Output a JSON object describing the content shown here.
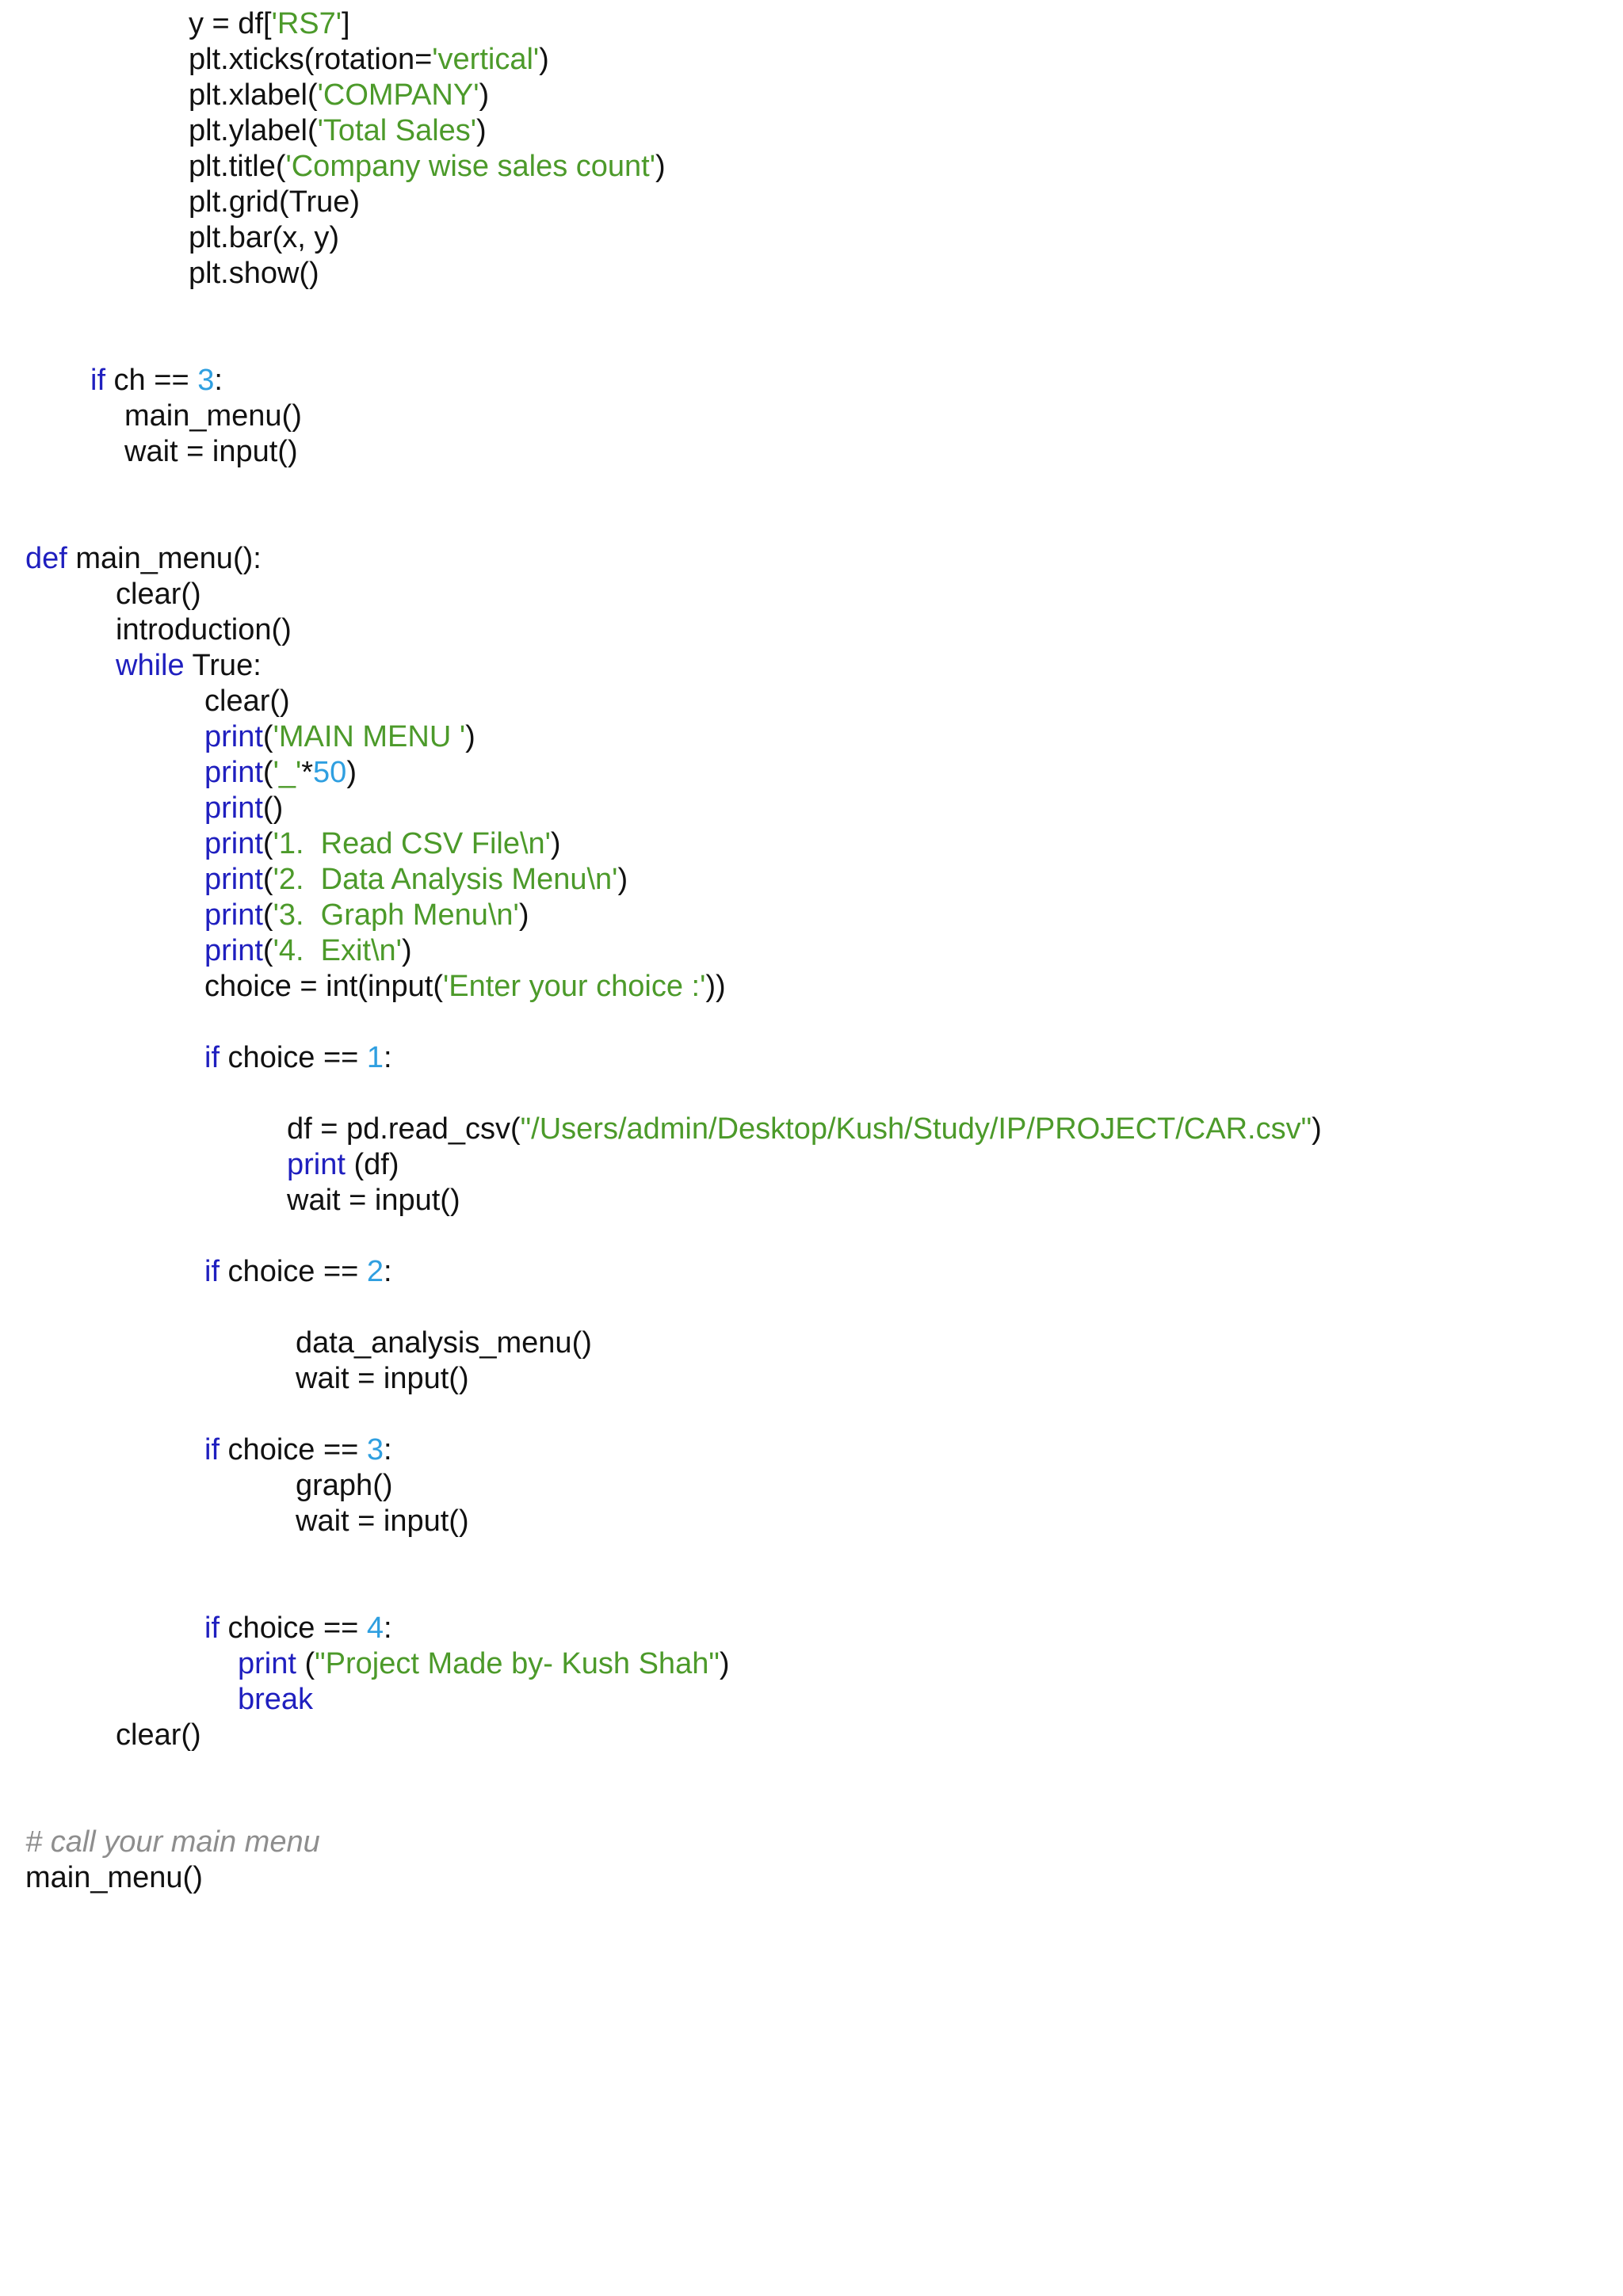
{
  "lines": [
    {
      "indent": 238,
      "tokens": [
        {
          "t": "plain",
          "v": "y = df["
        },
        {
          "t": "str",
          "v": "'RS7'"
        },
        {
          "t": "plain",
          "v": "]"
        }
      ]
    },
    {
      "indent": 238,
      "tokens": [
        {
          "t": "plain",
          "v": "plt.xticks(rotation="
        },
        {
          "t": "str",
          "v": "'vertical'"
        },
        {
          "t": "plain",
          "v": ")"
        }
      ]
    },
    {
      "indent": 238,
      "tokens": [
        {
          "t": "plain",
          "v": "plt.xlabel("
        },
        {
          "t": "str",
          "v": "'COMPANY'"
        },
        {
          "t": "plain",
          "v": ")"
        }
      ]
    },
    {
      "indent": 238,
      "tokens": [
        {
          "t": "plain",
          "v": "plt.ylabel("
        },
        {
          "t": "str",
          "v": "'Total Sales'"
        },
        {
          "t": "plain",
          "v": ")"
        }
      ]
    },
    {
      "indent": 238,
      "tokens": [
        {
          "t": "plain",
          "v": "plt.title("
        },
        {
          "t": "str",
          "v": "'Company wise sales count'"
        },
        {
          "t": "plain",
          "v": ")"
        }
      ]
    },
    {
      "indent": 238,
      "tokens": [
        {
          "t": "plain",
          "v": "plt.grid(True)"
        }
      ]
    },
    {
      "indent": 238,
      "tokens": [
        {
          "t": "plain",
          "v": "plt.bar(x, y)"
        }
      ]
    },
    {
      "indent": 238,
      "tokens": [
        {
          "t": "plain",
          "v": "plt.show()"
        }
      ]
    },
    {
      "blank": true
    },
    {
      "blank": true
    },
    {
      "indent": 114,
      "tokens": [
        {
          "t": "kw",
          "v": "if"
        },
        {
          "t": "plain",
          "v": " ch == "
        },
        {
          "t": "num",
          "v": "3"
        },
        {
          "t": "plain",
          "v": ":"
        }
      ]
    },
    {
      "indent": 157,
      "tokens": [
        {
          "t": "plain",
          "v": "main_menu()"
        }
      ]
    },
    {
      "indent": 157,
      "tokens": [
        {
          "t": "plain",
          "v": "wait = input()"
        }
      ]
    },
    {
      "blank": true
    },
    {
      "blank": true
    },
    {
      "indent": 32,
      "tokens": [
        {
          "t": "kw",
          "v": "def"
        },
        {
          "t": "plain",
          "v": " main_menu():"
        }
      ]
    },
    {
      "indent": 146,
      "tokens": [
        {
          "t": "plain",
          "v": "clear()"
        }
      ]
    },
    {
      "indent": 146,
      "tokens": [
        {
          "t": "plain",
          "v": "introduction()"
        }
      ]
    },
    {
      "indent": 146,
      "tokens": [
        {
          "t": "kw",
          "v": "while"
        },
        {
          "t": "plain",
          "v": " True:"
        }
      ]
    },
    {
      "indent": 258,
      "tokens": [
        {
          "t": "plain",
          "v": "clear()"
        }
      ]
    },
    {
      "indent": 258,
      "tokens": [
        {
          "t": "kw",
          "v": "print"
        },
        {
          "t": "plain",
          "v": "("
        },
        {
          "t": "str",
          "v": "'MAIN MENU '"
        },
        {
          "t": "plain",
          "v": ")"
        }
      ]
    },
    {
      "indent": 258,
      "tokens": [
        {
          "t": "kw",
          "v": "print"
        },
        {
          "t": "plain",
          "v": "("
        },
        {
          "t": "str",
          "v": "'_'"
        },
        {
          "t": "plain",
          "v": "*"
        },
        {
          "t": "num",
          "v": "50"
        },
        {
          "t": "plain",
          "v": ")"
        }
      ]
    },
    {
      "indent": 258,
      "tokens": [
        {
          "t": "kw",
          "v": "print"
        },
        {
          "t": "plain",
          "v": "()"
        }
      ]
    },
    {
      "indent": 258,
      "tokens": [
        {
          "t": "kw",
          "v": "print"
        },
        {
          "t": "plain",
          "v": "("
        },
        {
          "t": "str",
          "v": "'1.  Read CSV File\\n'"
        },
        {
          "t": "plain",
          "v": ")"
        }
      ]
    },
    {
      "indent": 258,
      "tokens": [
        {
          "t": "kw",
          "v": "print"
        },
        {
          "t": "plain",
          "v": "("
        },
        {
          "t": "str",
          "v": "'2.  Data Analysis Menu\\n'"
        },
        {
          "t": "plain",
          "v": ")"
        }
      ]
    },
    {
      "indent": 258,
      "tokens": [
        {
          "t": "kw",
          "v": "print"
        },
        {
          "t": "plain",
          "v": "("
        },
        {
          "t": "str",
          "v": "'3.  Graph Menu\\n'"
        },
        {
          "t": "plain",
          "v": ")"
        }
      ]
    },
    {
      "indent": 258,
      "tokens": [
        {
          "t": "kw",
          "v": "print"
        },
        {
          "t": "plain",
          "v": "("
        },
        {
          "t": "str",
          "v": "'4.  Exit\\n'"
        },
        {
          "t": "plain",
          "v": ")"
        }
      ]
    },
    {
      "indent": 258,
      "tokens": [
        {
          "t": "plain",
          "v": "choice = int(input("
        },
        {
          "t": "str",
          "v": "'Enter your choice :'"
        },
        {
          "t": "plain",
          "v": "))"
        }
      ]
    },
    {
      "blank": true
    },
    {
      "indent": 258,
      "tokens": [
        {
          "t": "kw",
          "v": "if"
        },
        {
          "t": "plain",
          "v": " choice == "
        },
        {
          "t": "num",
          "v": "1"
        },
        {
          "t": "plain",
          "v": ":"
        }
      ]
    },
    {
      "blank": true
    },
    {
      "indent": 362,
      "tokens": [
        {
          "t": "plain",
          "v": "df = pd.read_csv("
        },
        {
          "t": "str",
          "v": "\"/Users/admin/Desktop/Kush/Study/IP/PROJECT/CAR.csv\""
        },
        {
          "t": "plain",
          "v": ")"
        }
      ]
    },
    {
      "indent": 362,
      "tokens": [
        {
          "t": "kw",
          "v": "print"
        },
        {
          "t": "plain",
          "v": " (df)"
        }
      ]
    },
    {
      "indent": 362,
      "tokens": [
        {
          "t": "plain",
          "v": "wait = input()"
        }
      ]
    },
    {
      "blank": true
    },
    {
      "indent": 258,
      "tokens": [
        {
          "t": "kw",
          "v": "if"
        },
        {
          "t": "plain",
          "v": " choice == "
        },
        {
          "t": "num",
          "v": "2"
        },
        {
          "t": "plain",
          "v": ":"
        }
      ]
    },
    {
      "blank": true
    },
    {
      "indent": 373,
      "tokens": [
        {
          "t": "plain",
          "v": "data_analysis_menu()"
        }
      ]
    },
    {
      "indent": 373,
      "tokens": [
        {
          "t": "plain",
          "v": "wait = input()"
        }
      ]
    },
    {
      "blank": true
    },
    {
      "indent": 258,
      "tokens": [
        {
          "t": "kw",
          "v": "if"
        },
        {
          "t": "plain",
          "v": " choice == "
        },
        {
          "t": "num",
          "v": "3"
        },
        {
          "t": "plain",
          "v": ":"
        }
      ]
    },
    {
      "indent": 373,
      "tokens": [
        {
          "t": "plain",
          "v": "graph()"
        }
      ]
    },
    {
      "indent": 373,
      "tokens": [
        {
          "t": "plain",
          "v": "wait = input()"
        }
      ]
    },
    {
      "blank": true
    },
    {
      "blank": true
    },
    {
      "indent": 258,
      "tokens": [
        {
          "t": "kw",
          "v": "if"
        },
        {
          "t": "plain",
          "v": " choice == "
        },
        {
          "t": "num",
          "v": "4"
        },
        {
          "t": "plain",
          "v": ":"
        }
      ]
    },
    {
      "indent": 300,
      "tokens": [
        {
          "t": "kw",
          "v": "print"
        },
        {
          "t": "plain",
          "v": " ("
        },
        {
          "t": "str",
          "v": "\"Project Made by- Kush Shah\""
        },
        {
          "t": "plain",
          "v": ")"
        }
      ]
    },
    {
      "indent": 300,
      "tokens": [
        {
          "t": "kw",
          "v": "break"
        }
      ]
    },
    {
      "indent": 146,
      "tokens": [
        {
          "t": "plain",
          "v": "clear()"
        }
      ]
    },
    {
      "blank": true
    },
    {
      "blank": true
    },
    {
      "indent": 32,
      "tokens": [
        {
          "t": "cmt",
          "v": "# call your main menu"
        }
      ]
    },
    {
      "indent": 32,
      "tokens": [
        {
          "t": "plain",
          "v": "main_menu()"
        }
      ]
    }
  ]
}
